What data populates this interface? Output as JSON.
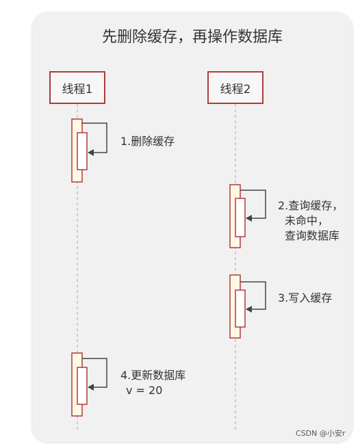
{
  "title": "先删除缓存，再操作数据库",
  "actors": [
    {
      "label": "线程1"
    },
    {
      "label": "线程2"
    }
  ],
  "steps": [
    {
      "lines": [
        "1.删除缓存"
      ]
    },
    {
      "lines": [
        "2.查询缓存，",
        "未命中，",
        "查询数据库"
      ]
    },
    {
      "lines": [
        "3.写入缓存"
      ]
    },
    {
      "lines": [
        "4.更新数据库",
        "v = 20"
      ]
    }
  ],
  "watermark": "CSDN @小安r",
  "colors": {
    "actor_border": "#b03a3a",
    "activation_border": "#b03a3a",
    "activation_fill": "#fff8e4",
    "card_background": "#f1f1f1",
    "text": "#333333"
  }
}
